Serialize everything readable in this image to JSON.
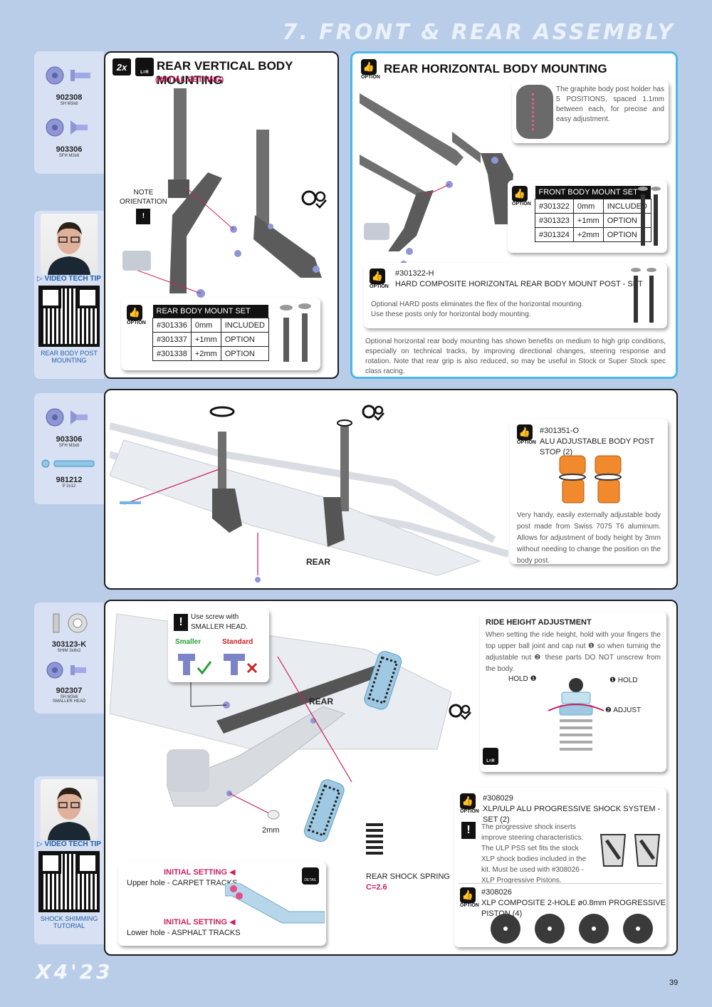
{
  "header": {
    "section_title": "7. FRONT & REAR ASSEMBLY"
  },
  "footer": {
    "logo_text": "X4'23",
    "page_number": "39"
  },
  "side1": {
    "parts": [
      {
        "code": "902308",
        "sub": "SH M3x8"
      },
      {
        "code": "903306",
        "sub": "SFH M3x6"
      }
    ]
  },
  "side_video1": {
    "label": "VIDEO TECH TIP",
    "caption_line1": "REAR BODY POST",
    "caption_line2": "MOUNTING"
  },
  "panel_rv": {
    "qty": "2x",
    "lr_icon": "L=R",
    "title": "REAR VERTICAL BODY MOUNTING",
    "subtitle": "(INITIAL SETTING)",
    "note_line1": "NOTE",
    "note_line2": "ORIENTATION",
    "table": {
      "option_label": "OPTION",
      "header": "REAR BODY MOUNT SET",
      "rows": [
        [
          "#301336",
          "0mm",
          "INCLUDED"
        ],
        [
          "#301337",
          "+1mm",
          "OPTION"
        ],
        [
          "#301338",
          "+2mm",
          "OPTION"
        ]
      ]
    }
  },
  "panel_rh": {
    "option_label": "OPTION",
    "title": "REAR HORIZONTAL BODY MOUNTING",
    "holder_text": "The graphite body post holder has 5 POSITIONS, spaced 1.1mm between each, for precise and easy adjustment.",
    "table": {
      "option_label": "OPTION",
      "header": "FRONT BODY MOUNT SET",
      "rows": [
        [
          "#301322",
          "0mm",
          "INCLUDED"
        ],
        [
          "#301323",
          "+1mm",
          "OPTION"
        ],
        [
          "#301324",
          "+2mm",
          "OPTION"
        ]
      ]
    },
    "hard": {
      "option_label": "OPTION",
      "code": "#301322-H",
      "name": "HARD COMPOSITE HORIZONTAL REAR BODY MOUNT POST - SET",
      "desc": "Optional HARD posts eliminates the flex of the horizontal mounting. Use these posts only for horizontal body mounting."
    },
    "footer_text": "Optional horizontal rear body mounting has shown benefits on medium to high grip conditions, especially on technical tracks, by improving directional changes, steering response and rotation. Note that rear grip is also reduced, so may be useful in Stock or Super Stock spec class racing."
  },
  "side2": {
    "parts": [
      {
        "code": "903306",
        "sub": "SFH M3x6"
      },
      {
        "code": "981212",
        "sub": "P 2x12"
      }
    ]
  },
  "panel_mid": {
    "rear_label": "REAR",
    "option_label": "OPTION",
    "code": "#301351-O",
    "name": "ALU ADJUSTABLE BODY POST STOP (2)",
    "desc": "Very handy, easily externally adjustable body post made from Swiss 7075 T6 aluminum. Allows for adjustment of body height by 3mm without needing to change the position on the body post."
  },
  "side3": {
    "parts": [
      {
        "code": "303123-K",
        "sub": "SHIM 3x6x2"
      },
      {
        "code": "902307",
        "sub": "SH M3x6",
        "sub2": "SMALLER HEAD"
      }
    ]
  },
  "side_video2": {
    "label": "VIDEO TECH TIP",
    "caption_line1": "SHOCK SHIMMING",
    "caption_line2": "TUTORIAL"
  },
  "panel_bottom": {
    "screw_note_line1": "Use screw with",
    "screw_note_line2": "SMALLER HEAD.",
    "smaller": "Smaller",
    "standard": "Standard",
    "rear_label": "REAR",
    "shim_label": "2mm",
    "spring_label": "REAR SHOCK SPRING",
    "spring_value": "C=2.6",
    "ride_title": "RIDE HEIGHT ADJUSTMENT",
    "ride_text": "When setting the ride height, hold with your fingers the top upper ball joint and cap nut ❶ so when turning the adjustable nut ❷ these parts DO NOT unscrew from the body.",
    "hold_left": "HOLD",
    "hold_right": "HOLD",
    "adjust": "ADJUST",
    "lr_icon": "L=R",
    "initial1_label": "INITIAL SETTING",
    "initial1_text": "Upper hole - CARPET TRACKS",
    "initial2_label": "INITIAL SETTING",
    "initial2_text": "Lower hole - ASPHALT TRACKS",
    "detail_label": "DETAIL",
    "pss": {
      "option_label": "OPTION",
      "code": "#308029",
      "name": "XLP/ULP ALU PROGRESSIVE SHOCK SYSTEM - SET (2)",
      "desc": "The progressive shock inserts improve steering characteristics. The ULP PSS set fits the stock XLP shock bodies included in the kit. Must be used with #308026 - XLP Progressive Pistons."
    },
    "piston": {
      "option_label": "OPTION",
      "code": "#308026",
      "name": "XLP COMPOSITE 2-HOLE ø0.8mm PROGRESSIVE PISTON (4)"
    }
  },
  "colors": {
    "accent_blue": "#4ab8e8",
    "accent_red": "#cc1f5f",
    "background": "#b9cde8"
  }
}
